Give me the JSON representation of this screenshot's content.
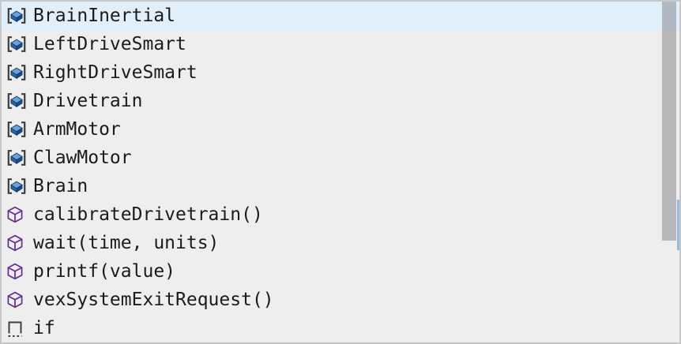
{
  "widget": {
    "name": "code-completion-suggest-widget",
    "selected_index": 0,
    "items": [
      {
        "label": "BrainInertial",
        "kind": "device",
        "selected": true
      },
      {
        "label": "LeftDriveSmart",
        "kind": "device",
        "selected": false
      },
      {
        "label": "RightDriveSmart",
        "kind": "device",
        "selected": false
      },
      {
        "label": "Drivetrain",
        "kind": "device",
        "selected": false
      },
      {
        "label": "ArmMotor",
        "kind": "device",
        "selected": false
      },
      {
        "label": "ClawMotor",
        "kind": "device",
        "selected": false
      },
      {
        "label": "Brain",
        "kind": "device",
        "selected": false
      },
      {
        "label": "calibrateDrivetrain()",
        "kind": "method",
        "selected": false
      },
      {
        "label": "wait(time, units)",
        "kind": "method",
        "selected": false
      },
      {
        "label": "printf(value)",
        "kind": "method",
        "selected": false
      },
      {
        "label": "vexSystemExitRequest()",
        "kind": "method",
        "selected": false
      },
      {
        "label": "if",
        "kind": "snippet",
        "selected": false
      }
    ],
    "icons": {
      "device": "bracketed-3d-box-device-icon",
      "method": "cube-method-icon",
      "snippet": "dashed-square-snippet-icon"
    },
    "colors": {
      "background": "#eeeeef",
      "selected_row_background": "#e1effb",
      "border": "#c8c8c8",
      "text": "#1b1b1b",
      "device_icon_blue": "#2a64aa",
      "device_icon_blue_light": "#6ba0d9",
      "device_icon_bracket": "#3c3c3c",
      "method_icon_purple": "#652d90",
      "snippet_icon_gray": "#3f3f3f",
      "scrollbar_thumb": "rgba(109,110,113,0.42)",
      "right_edge_accent": "#90bbea"
    }
  }
}
